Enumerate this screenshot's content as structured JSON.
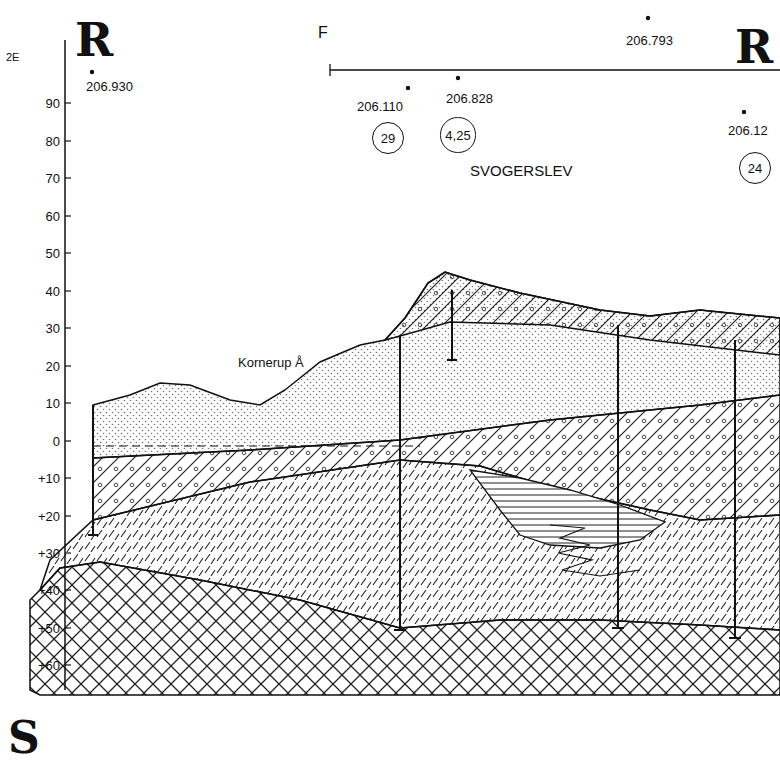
{
  "diagram": {
    "nodes": [
      {
        "text": [
          "29"
        ]
      },
      {
        "text": [
          "4,25"
        ]
      },
      {
        "text": [
          "24"
        ]
      }
    ],
    "labels": [
      "R",
      "2E",
      "206.930",
      "F",
      "206.793",
      "R",
      "206.110",
      "206.828",
      "SVOGERSLEV",
      "206.12",
      "90",
      "80",
      "70",
      "60",
      "50",
      "40",
      "30",
      "20",
      "10",
      "0",
      "+10",
      "+20",
      "+30",
      "+40",
      "+50",
      "+60",
      "Kornerup Å",
      "S"
    ]
  }
}
